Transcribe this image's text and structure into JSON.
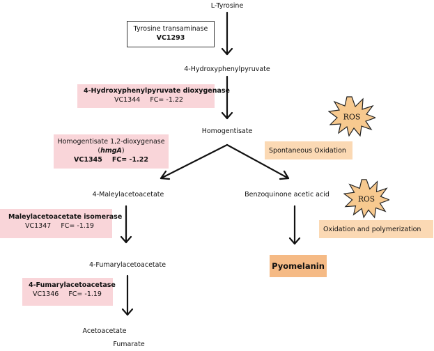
{
  "metabolites": {
    "l_tyrosine": "L-Tyrosine",
    "hydroxyphenylpyruvate": "4-Hydroxyphenylpyruvate",
    "homogentisate": "Homogentisate",
    "maleylacetoacetate": "4-Maleylacetoacetate",
    "benzoquinone_acetic_acid": "Benzoquinone acetic acid",
    "fumarylacetoacetate": "4-Fumarylacetoacetate",
    "acetoacetate": "Acetoacetate",
    "fumarate": "Fumarate"
  },
  "enzymes": {
    "tyrosine_transaminase": {
      "name": "Tyrosine transaminase",
      "locus": "VC1293"
    },
    "hppd": {
      "name": "4-Hydroxyphenylpyruvate dioxygenase",
      "locus": "VC1344",
      "fc": "FC= -1.22"
    },
    "hmga": {
      "name": "Homogentisate 1,2-dioxygenase",
      "gene": "hmgA",
      "locus": "VC1345",
      "fc": "FC= -1.22"
    },
    "mai": {
      "name": "Maleylacetoacetate isomerase",
      "locus": "VC1347",
      "fc": "FC= -1.19"
    },
    "fah": {
      "name": "4-Fumarylacetoacetase",
      "locus": "VC1346",
      "fc": "FC= -1.19"
    }
  },
  "notes": {
    "spontaneous_oxidation": "Spontaneous Oxidation",
    "oxidation_polymerization": "Oxidation and polymerization"
  },
  "ros_label": "ROS",
  "product": "Pyomelanin",
  "colors": {
    "enzyme_fill": "#f9d5d9",
    "note_fill": "#fbd9b4",
    "product_fill": "#f5ba85",
    "ros_fill": "#f7c98f",
    "arrow": "#111111"
  }
}
